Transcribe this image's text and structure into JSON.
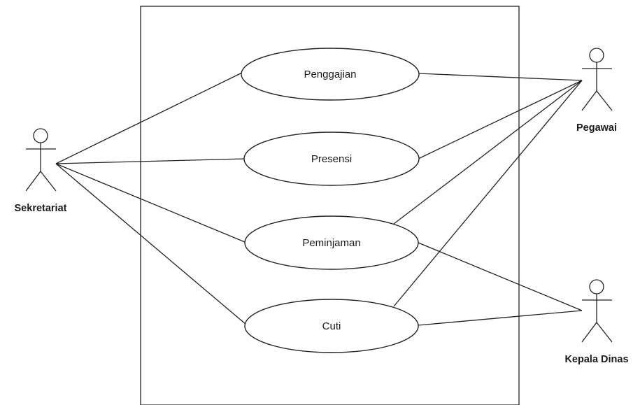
{
  "diagram": {
    "actors": {
      "sekretariat": {
        "label": "Sekretariat",
        "icon": "stick-figure-icon"
      },
      "pegawai": {
        "label": "Pegawai",
        "icon": "stick-figure-icon"
      },
      "kepala_dinas": {
        "label": "Kepala Dinas",
        "icon": "stick-figure-icon"
      }
    },
    "use_cases": {
      "penggajian": {
        "label": "Penggajian"
      },
      "presensi": {
        "label": "Presensi"
      },
      "peminjaman": {
        "label": "Peminjaman"
      },
      "cuti": {
        "label": "Cuti"
      }
    },
    "associations": [
      [
        "Sekretariat",
        "Penggajian"
      ],
      [
        "Sekretariat",
        "Presensi"
      ],
      [
        "Sekretariat",
        "Peminjaman"
      ],
      [
        "Sekretariat",
        "Cuti"
      ],
      [
        "Pegawai",
        "Penggajian"
      ],
      [
        "Pegawai",
        "Presensi"
      ],
      [
        "Pegawai",
        "Peminjaman"
      ],
      [
        "Pegawai",
        "Cuti"
      ],
      [
        "Kepala Dinas",
        "Peminjaman"
      ],
      [
        "Kepala Dinas",
        "Cuti"
      ]
    ],
    "colors": {
      "line": "#222222",
      "background": "#ffffff"
    }
  }
}
